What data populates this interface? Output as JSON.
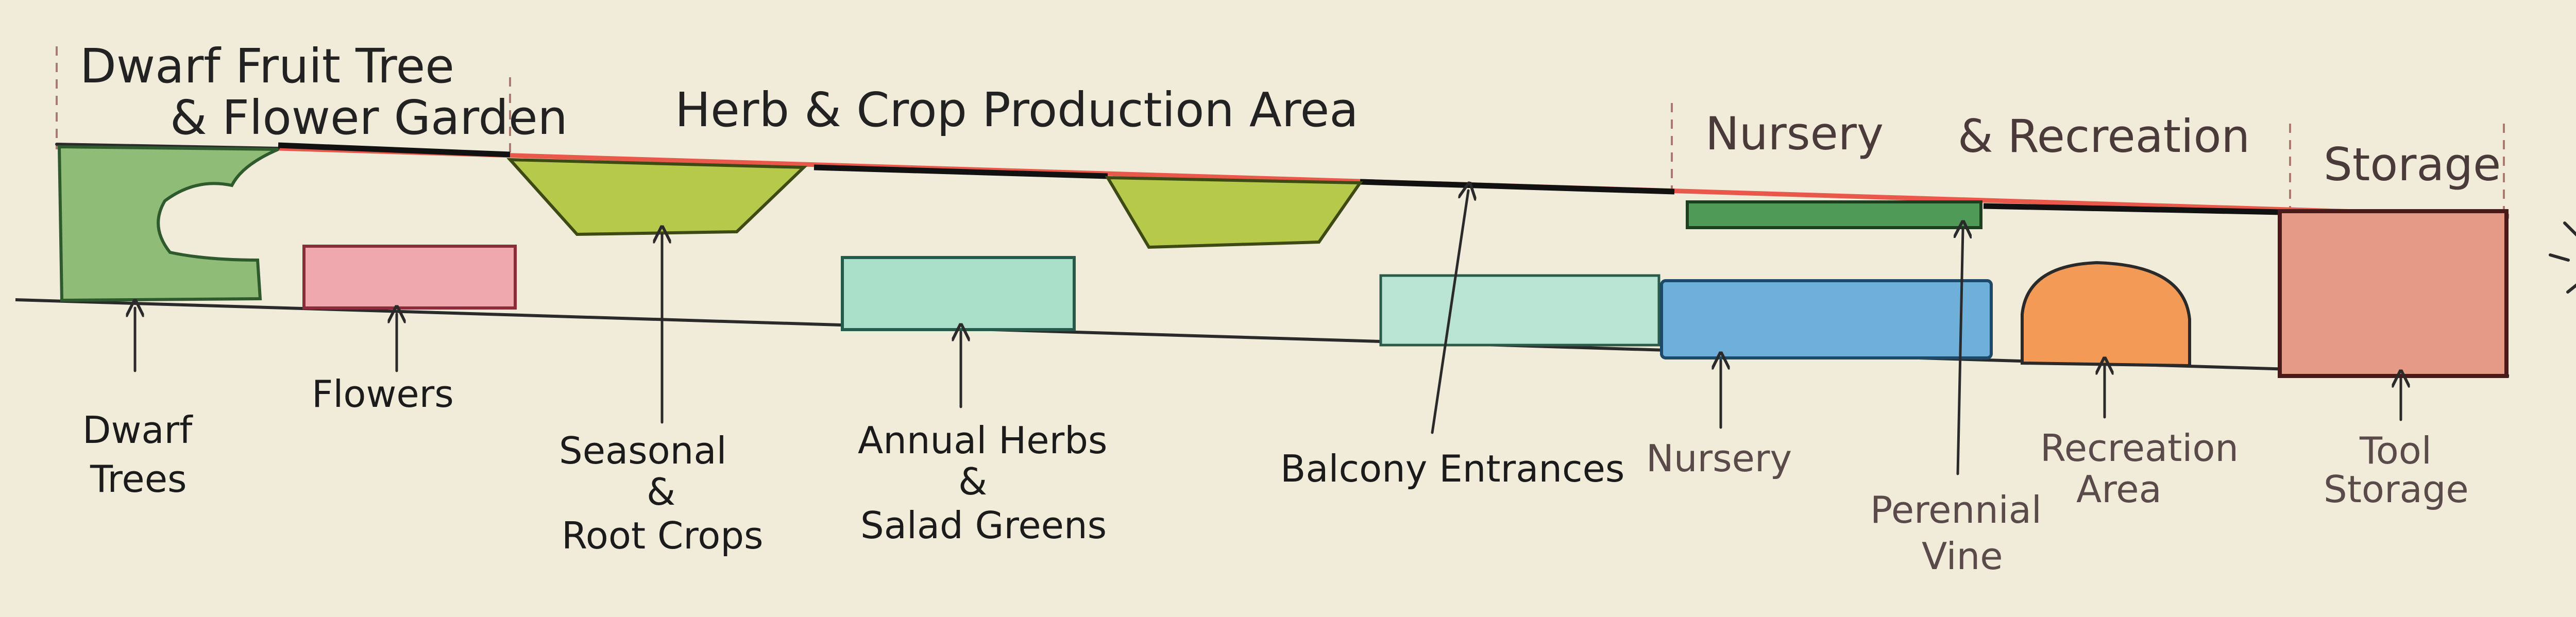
{
  "zones": {
    "dwarf_fruit": {
      "line1": "Dwarf Fruit Tree",
      "line2": "& Flower Garden"
    },
    "herb_crop": "Herb & Crop Production Area",
    "nursery_rec": {
      "part1": "Nursery",
      "part2": "& Recreation"
    },
    "storage": "Storage"
  },
  "items": {
    "dwarf_trees": {
      "line1": "Dwarf",
      "line2": "Trees"
    },
    "flowers": "Flowers",
    "seasonal": {
      "line1": "Seasonal",
      "line2": "&",
      "line3": "Root Crops"
    },
    "annual": {
      "line1": "Annual Herbs",
      "line2": "&",
      "line3": "Salad Greens"
    },
    "balcony": "Balcony Entrances",
    "nursery": "Nursery",
    "perennial": {
      "line1": "Perennial",
      "line2": "Vine"
    },
    "recreation": {
      "line1": "Recreation",
      "line2": "Area"
    },
    "tool_storage": {
      "line1": "Tool",
      "line2": "Storage"
    }
  },
  "colors": {
    "paper": "#f1ecd9",
    "dwarf_green": "#8fbd78",
    "flower_pink": "#eea8ae",
    "crop_lime": "#b7c94a",
    "herb_aqua": "#a9dfc9",
    "nursery_blue": "#6fb0db",
    "vine_green": "#4f9a56",
    "rec_orange": "#f39a56",
    "storage_salmon": "#e59a86",
    "wall_red": "#e8584b"
  },
  "icons": {
    "sun": "sun-icon"
  }
}
